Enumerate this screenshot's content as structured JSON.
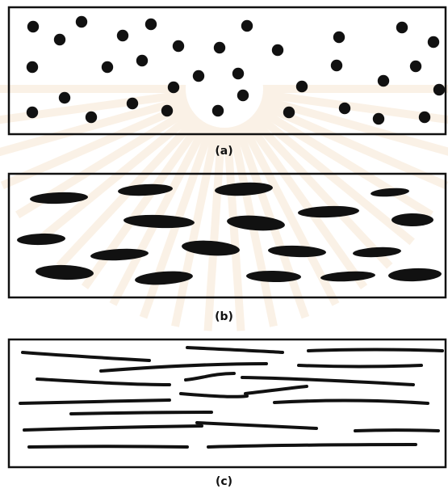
{
  "figure": {
    "panels": [
      {
        "label": "(a)",
        "shape": "round particles"
      },
      {
        "label": "(b)",
        "shape": "elongated platelets"
      },
      {
        "label": "(c)",
        "shape": "long fibers"
      }
    ],
    "ink_color": "#111111",
    "background": "#ffffff",
    "watermark_color": "#f3d9b8"
  }
}
